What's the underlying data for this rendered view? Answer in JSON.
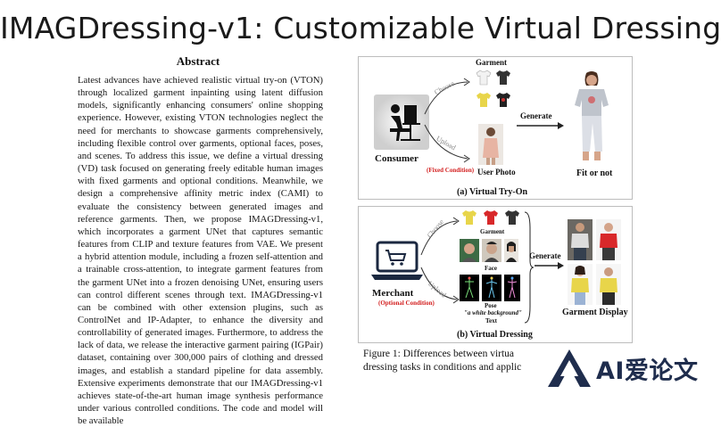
{
  "slide": {
    "title": "IMAGDressing-v1: Customizable Virtual Dressing"
  },
  "abstract": {
    "heading": "Abstract",
    "body": "Latest advances have achieved realistic virtual try-on (VTON) through localized garment inpainting using latent diffusion models, significantly enhancing consumers' online shopping experience. However, existing VTON technologies neglect the need for merchants to showcase garments comprehensively, including flexible control over garments, optional faces, poses, and scenes. To address this issue, we define a virtual dressing (VD) task focused on generating freely editable human images with fixed garments and optional conditions. Meanwhile, we design a comprehensive affinity metric index (CAMI) to evaluate the consistency between generated images and reference garments. Then, we propose IMAGDressing-v1, which incorporates a garment UNet that captures semantic features from CLIP and texture features from VAE. We present a hybrid attention module, including a frozen self-attention and a trainable cross-attention, to integrate garment features from the garment UNet into a frozen denoising UNet, ensuring users can control different scenes through text. IMAGDressing-v1 can be combined with other extension plugins, such as ControlNet and IP-Adapter, to enhance the diversity and controllability of generated images. Furthermore, to address the lack of data, we release the interactive garment pairing (IGPair) dataset, containing over 300,000 pairs of clothing and dressed images, and establish a standard pipeline for data assembly. Extensive experiments demonstrate that our IMAGDressing-v1 achieves state-of-the-art human image synthesis performance under various controlled conditions. The code and model will be available"
  },
  "figure": {
    "panel_a": {
      "garment_label": "Garment",
      "choose_label": "Choose",
      "upload_label": "Upload",
      "consumer_label": "Consumer",
      "fixed_condition": "(Fixed Condition)",
      "user_photo_label": "User Photo",
      "generate_label": "Generate",
      "result_label": "Fit or not",
      "caption": "(a) Virtual Try-On"
    },
    "panel_b": {
      "garment_label": "Garment",
      "face_label": "Face",
      "pose_label": "Pose",
      "text_prompt": "\"a white background\"",
      "text_label": "Text",
      "choose_label": "Choose",
      "upload_label": "Upload",
      "merchant_label": "Merchant",
      "optional_condition": "(Optional Condition)",
      "generate_label": "Generate",
      "result_label": "Garment Display",
      "caption": "(b) Virtual Dressing"
    },
    "caption_line1": "Figure 1:  Differences between virtua",
    "caption_line2": "dressing tasks in conditions and applic"
  },
  "watermark": {
    "text": "AI爱论文"
  },
  "colors": {
    "red_note": "#d32020",
    "watermark": "#1f2d4d",
    "tshirt_yellow": "#e8d54a",
    "tshirt_red": "#d8282a"
  }
}
